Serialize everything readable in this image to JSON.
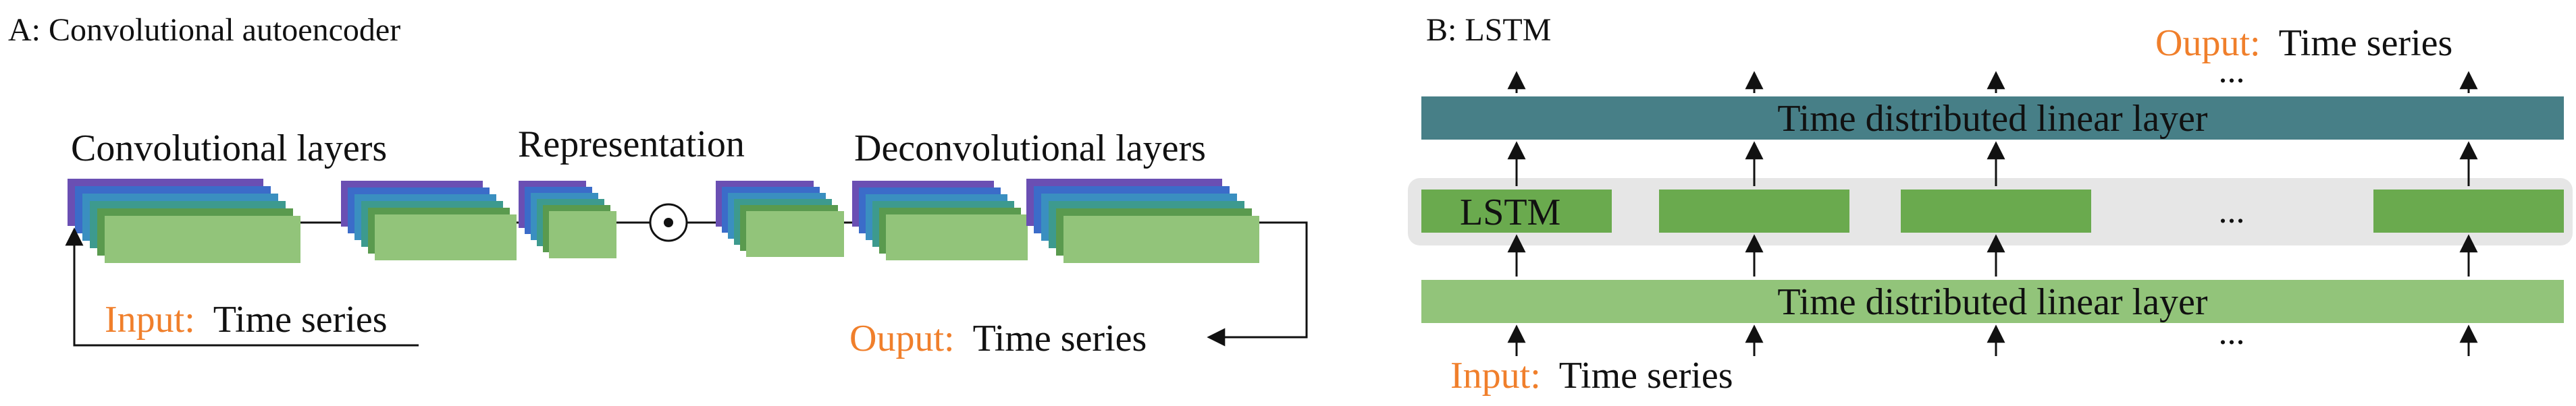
{
  "panel_a": {
    "title": "A: Convolutional autoencoder",
    "conv_label": "Convolutional layers",
    "repr_label": "Representation",
    "deconv_label": "Deconvolutional layers",
    "input_prefix": "Input:",
    "input_text": "Time series",
    "output_prefix": "Ouput:",
    "output_text": "Time series",
    "product_symbol": "⊙"
  },
  "panel_b": {
    "title": "B: LSTM",
    "output_prefix": "Ouput:",
    "output_text": "Time series",
    "top_layer_label": "Time distributed linear layer",
    "bottom_layer_label": "Time distributed linear layer",
    "lstm_label": "LSTM",
    "ellipsis": "...",
    "input_prefix": "Input:",
    "input_text": "Time series"
  },
  "colors": {
    "stack": [
      "#6a4fb3",
      "#3b6cc9",
      "#3a8fc0",
      "#3d9a8e",
      "#5a9a4e",
      "#92c47a"
    ],
    "top_layer": "#477f87",
    "lstm_cell": "#6aaa4e",
    "bottom_layer": "#92c47a",
    "lstm_band": "#e6e6e6",
    "accent_text": "#f07f2b"
  }
}
